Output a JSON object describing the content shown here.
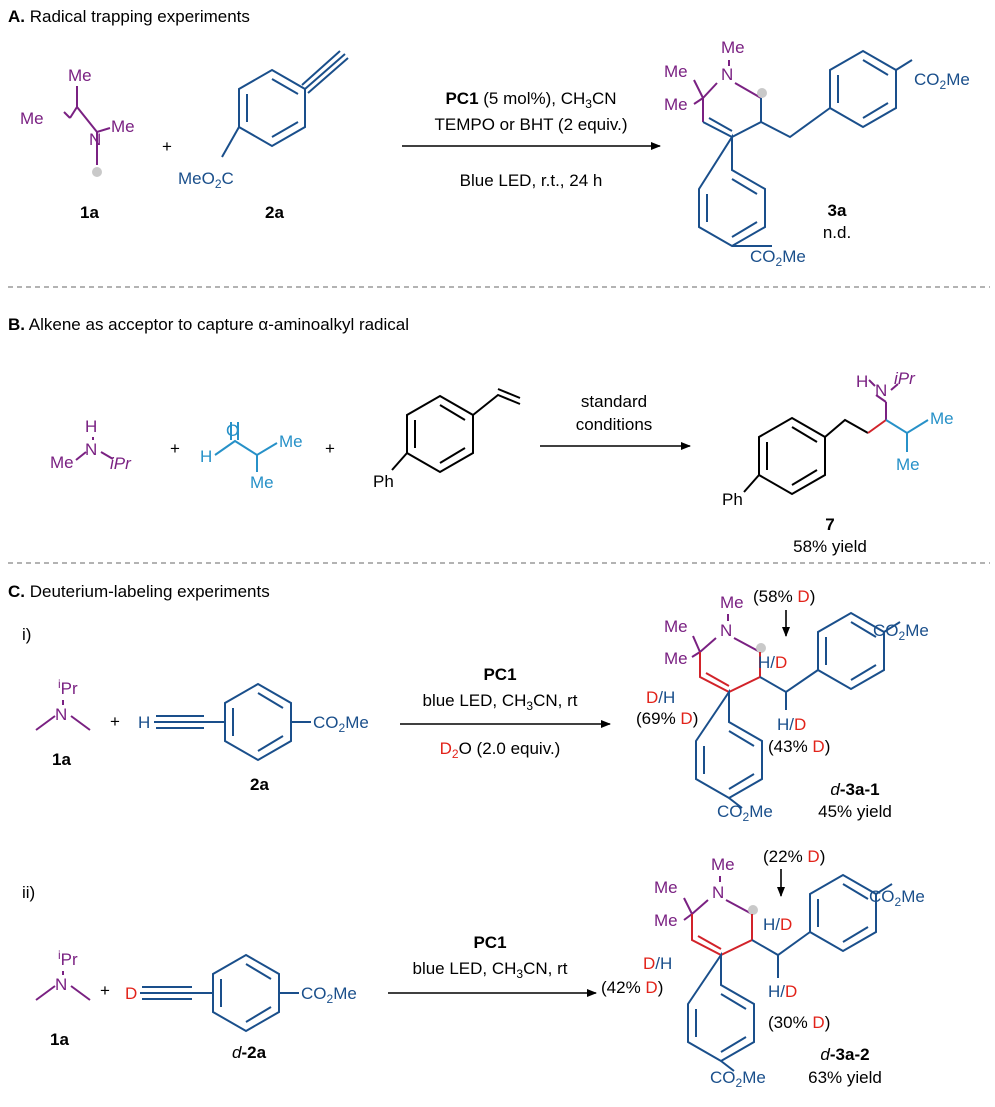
{
  "sections": {
    "a": {
      "letter": "A.",
      "title": " Radical trapping experiments"
    },
    "b": {
      "letter": "B.",
      "title": " Alkene as acceptor to capture α-aminoalkyl radical"
    },
    "c": {
      "letter": "C.",
      "title": " Deuterium-labeling experiments"
    }
  },
  "a": {
    "label_1a": "1a",
    "label_2a": "2a",
    "label_3a": "3a",
    "status_3a": "n.d.",
    "plus": "+",
    "cond_pc1": "PC1",
    "cond_line1_rest": " (5 mol%), CH",
    "cond_line1_sub": "3",
    "cond_line1_end": "CN",
    "cond_line2": "TEMPO or BHT (2 equiv.)",
    "cond_line3": "Blue LED, r.t., 24 h"
  },
  "b": {
    "cond_line1": "standard",
    "cond_line2": "conditions",
    "label_7": "7",
    "yield_7": "58% yield"
  },
  "c": {
    "i_label": "i)",
    "ii_label": "ii)",
    "cond_pc1": "PC1",
    "cond_line2_a": "blue LED, CH",
    "cond_line2_sub": "3",
    "cond_line2_b": "CN, rt",
    "d2o_d": "D",
    "d2o_sub": "2",
    "d2o_rest": "O (2.0 equiv.)",
    "p1_label_pre": "d",
    "p1_label_bold": "-3a-1",
    "p1_yield": "45% yield",
    "p2_label_pre": "d",
    "p2_label_bold": "-3a-2",
    "p2_yield": "63% yield",
    "s2a_pre": "d",
    "s2a_bold": "-2a",
    "pct_top1": "(58% ",
    "pct_left1": "(69% ",
    "pct_bot1": "(43% ",
    "pct_top2": "(22% ",
    "pct_left2": "(42% ",
    "pct_bot2": "(30% "
  },
  "atoms": {
    "me": "Me",
    "n": "N",
    "h": "H",
    "o": "O",
    "d": "D",
    "ph": "Ph",
    "ipr_i": "i",
    "ipr_pr": "Pr",
    "ipr_it": "iPr",
    "co2me_a": "CO",
    "co2me_sub": "2",
    "co2me_b": "Me",
    "meo2c_a": "MeO",
    "meo2c_sub": "2",
    "meo2c_b": "C",
    "paren_close": ")",
    "hd_slash": "/"
  },
  "colors": {
    "purple": "#7a2182",
    "blue": "#1a4f8b",
    "cyan": "#2791c8",
    "red": "#e2231a"
  }
}
